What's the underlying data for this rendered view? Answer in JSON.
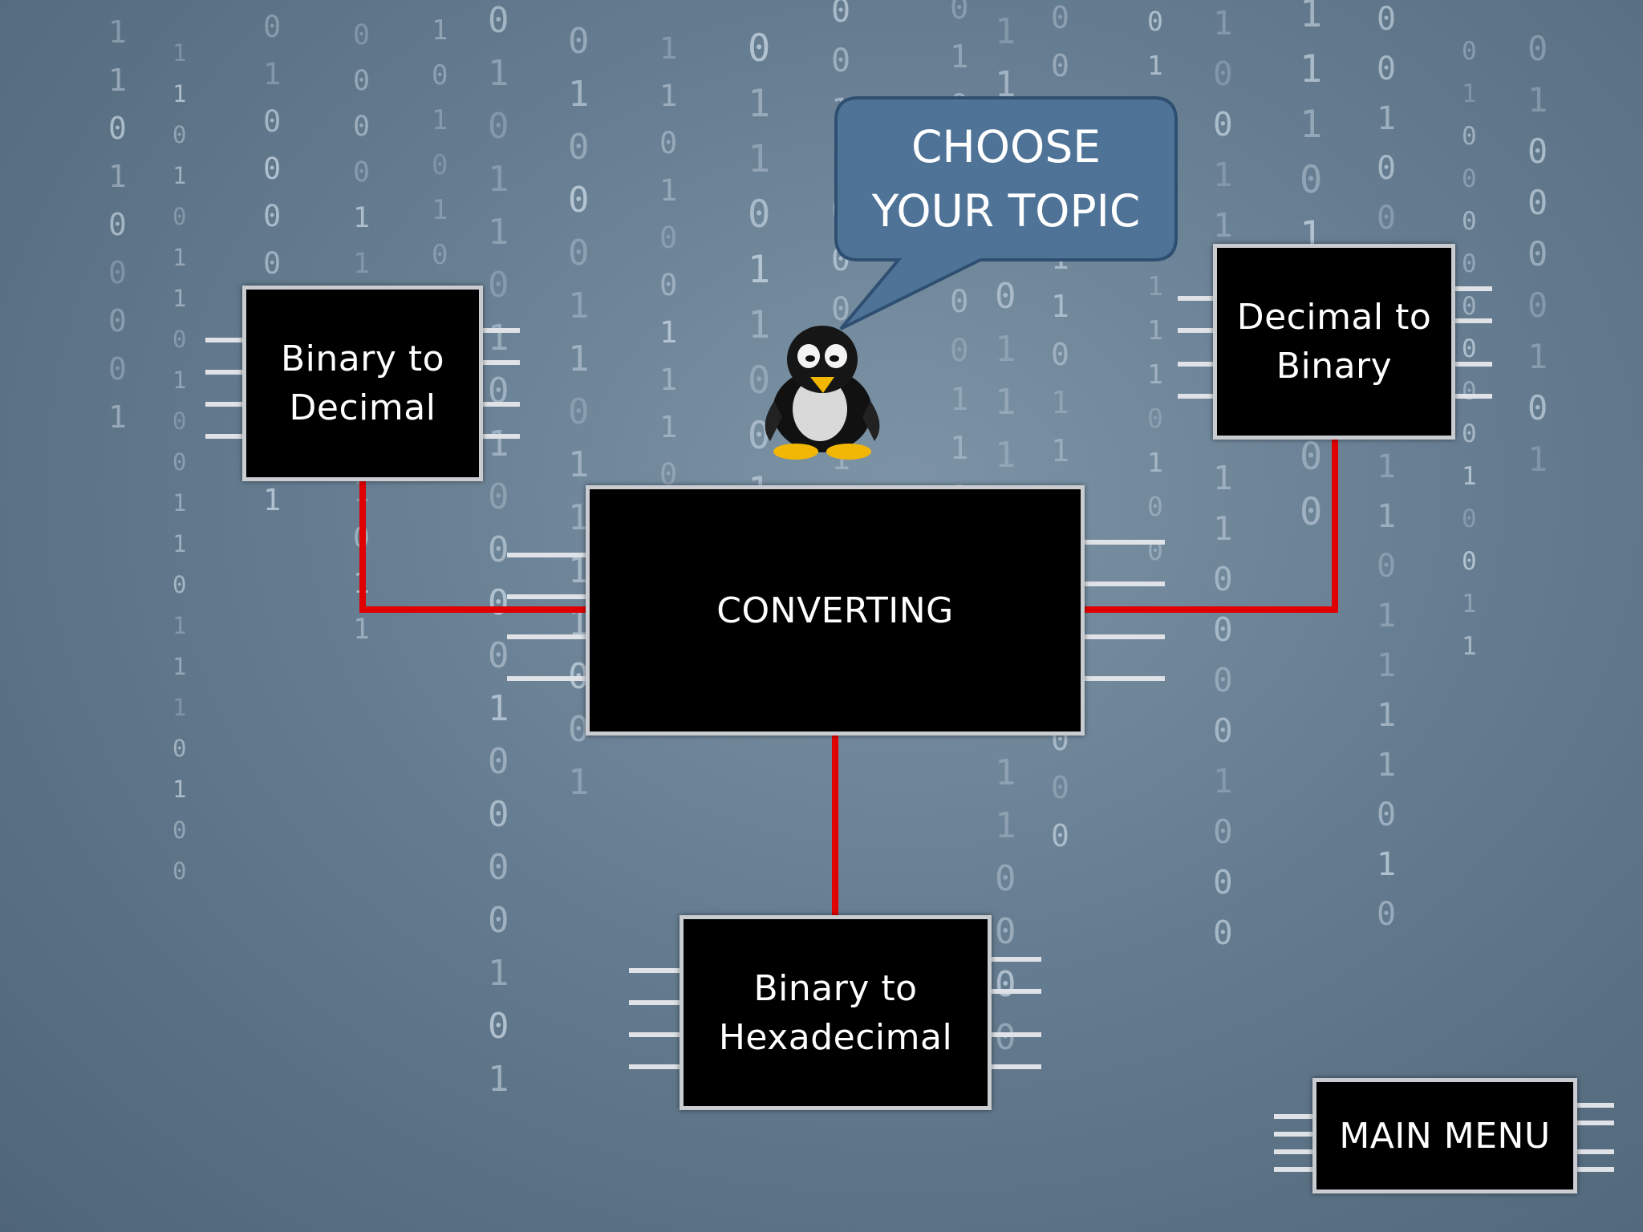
{
  "screen": {
    "title": "CONVERTING",
    "speech_bubble": "CHOOSE\nYOUR TOPIC"
  },
  "topics": [
    {
      "id": "binary-to-decimal",
      "label": "Binary to\nDecimal"
    },
    {
      "id": "decimal-to-binary",
      "label": "Decimal to\nBinary"
    },
    {
      "id": "binary-to-hexadecimal",
      "label": "Binary to\nHexadecimal"
    }
  ],
  "navigation": {
    "main_menu_label": "MAIN MENU"
  },
  "icons": {
    "mascot": "tux-penguin-icon"
  },
  "colors": {
    "chip_fill": "#000000",
    "chip_border": "#c9ccd0",
    "wire": "#e00000",
    "bubble_fill": "#4f7397",
    "background": "#667d91"
  }
}
